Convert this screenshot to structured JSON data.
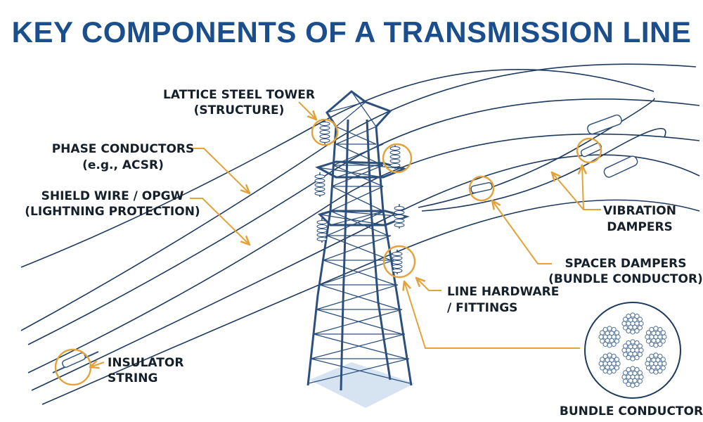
{
  "title": "KEY COMPONENTS OF A TRANSMISSION LINE",
  "labels": {
    "tower": [
      "LATTICE STEEL TOWER",
      "(STRUCTURE)"
    ],
    "phase": [
      "PHASE CONDUCTORS",
      "(e.g., ACSR)"
    ],
    "shield": [
      "SHIELD WIRE / OPGW",
      "(LIGHTNING PROTECTION)"
    ],
    "insulator": [
      "INSULATOR",
      "STRING"
    ],
    "vibration": [
      "VIBRATION",
      "DAMPERS"
    ],
    "spacer": [
      "SPACER DAMPERS",
      "(BUNDLE CONDUCTOR)"
    ],
    "hardware": [
      "LINE HARDWARE",
      "/ FITTINGS"
    ],
    "bundle": "BUNDLE CONDUCTOR"
  },
  "colors": {
    "title": "#1b4e8c",
    "structure": "#2c4f7c",
    "callout": "#e3a33a",
    "ground_shadow": "#d6e4f2"
  }
}
